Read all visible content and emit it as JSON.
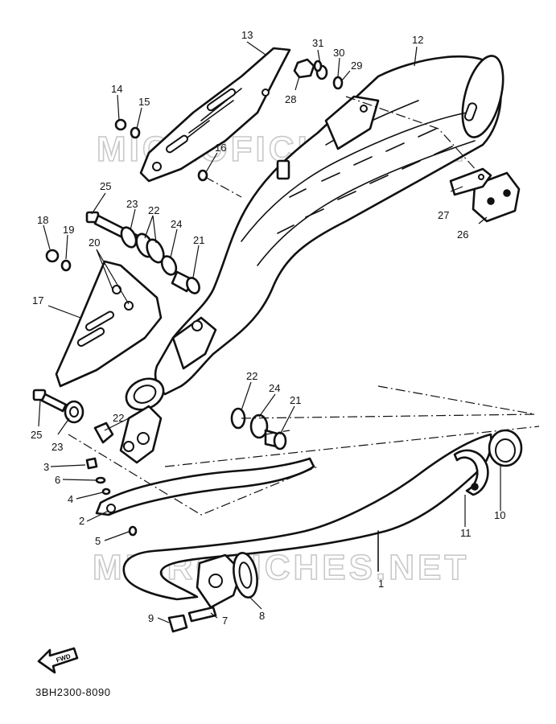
{
  "watermark": "MICROFICHES.NET",
  "diagram_code": "3BH2300-8090",
  "front_arrow_label": "FWD",
  "callouts": [
    {
      "n": "1"
    },
    {
      "n": "2"
    },
    {
      "n": "3"
    },
    {
      "n": "4"
    },
    {
      "n": "5"
    },
    {
      "n": "6"
    },
    {
      "n": "7"
    },
    {
      "n": "8"
    },
    {
      "n": "9"
    },
    {
      "n": "10"
    },
    {
      "n": "11"
    },
    {
      "n": "12"
    },
    {
      "n": "13"
    },
    {
      "n": "14"
    },
    {
      "n": "15"
    },
    {
      "n": "16"
    },
    {
      "n": "17"
    },
    {
      "n": "18"
    },
    {
      "n": "19"
    },
    {
      "n": "20"
    },
    {
      "n": "21"
    },
    {
      "n": "21"
    },
    {
      "n": "22"
    },
    {
      "n": "22"
    },
    {
      "n": "22"
    },
    {
      "n": "23"
    },
    {
      "n": "23"
    },
    {
      "n": "24"
    },
    {
      "n": "24"
    },
    {
      "n": "25"
    },
    {
      "n": "25"
    },
    {
      "n": "26"
    },
    {
      "n": "27"
    },
    {
      "n": "28"
    },
    {
      "n": "29"
    },
    {
      "n": "30"
    },
    {
      "n": "31"
    }
  ]
}
